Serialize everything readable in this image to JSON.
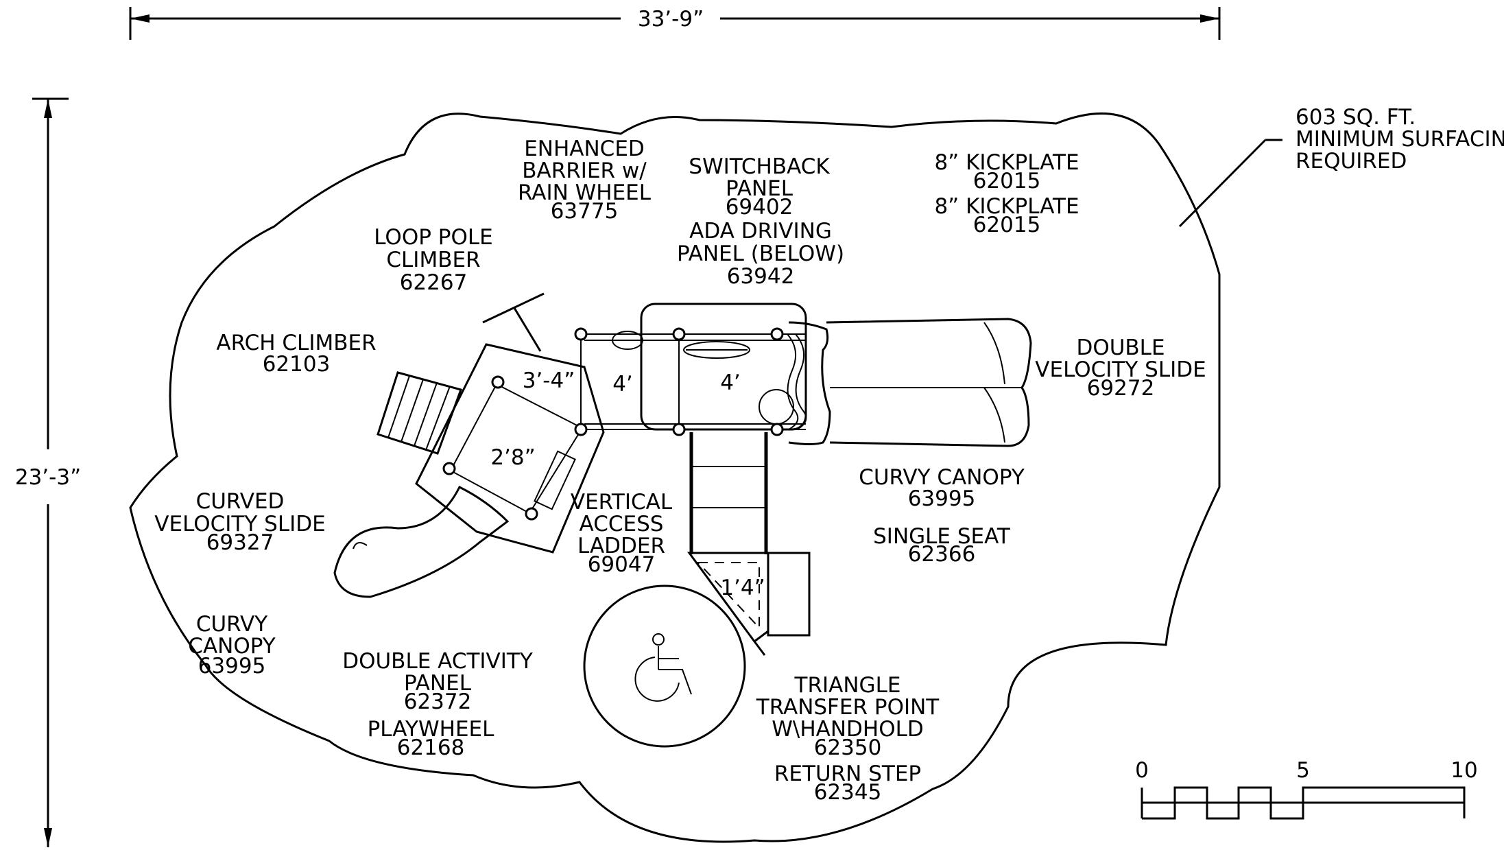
{
  "dimensions": {
    "width": "33’-9”",
    "height": "23’-3”"
  },
  "surfacing_note": [
    "603 SQ. FT.",
    "MINIMUM SURFACING",
    "REQUIRED"
  ],
  "labels": {
    "enhanced_barrier": [
      "ENHANCED",
      "BARRIER w/",
      "RAIN WHEEL",
      "63775"
    ],
    "switchback_panel": [
      "SWITCHBACK",
      "PANEL",
      "69402"
    ],
    "ada_driving_panel": [
      "ADA DRIVING",
      "PANEL (BELOW)",
      "63942"
    ],
    "kickplate_1": [
      "8” KICKPLATE",
      "62015"
    ],
    "kickplate_2": [
      "8” KICKPLATE",
      "62015"
    ],
    "loop_pole_climber": [
      "LOOP POLE",
      "CLIMBER",
      "62267"
    ],
    "arch_climber": [
      "ARCH CLIMBER",
      "62103"
    ],
    "double_velocity_slide": [
      "DOUBLE",
      "VELOCITY SLIDE",
      "69272"
    ],
    "curvy_canopy_right": [
      "CURVY CANOPY",
      "63995"
    ],
    "single_seat": [
      "SINGLE SEAT",
      "62366"
    ],
    "vertical_access_ladder": [
      "VERTICAL",
      "ACCESS",
      "LADDER",
      "69047"
    ],
    "curved_velocity_slide": [
      "CURVED",
      "VELOCITY SLIDE",
      "69327"
    ],
    "curvy_canopy_left": [
      "CURVY",
      "CANOPY",
      "63995"
    ],
    "double_activity_panel": [
      "DOUBLE ACTIVITY",
      "PANEL",
      "62372"
    ],
    "playwheel": [
      "PLAYWHEEL",
      "62168"
    ],
    "triangle_transfer_point": [
      "TRIANGLE",
      "TRANSFER POINT",
      "W\\HANDHOLD",
      "62350"
    ],
    "return_step": [
      "RETURN STEP",
      "62345"
    ]
  },
  "deck_heights": {
    "deck_a": "3’-4”",
    "deck_b": "4’",
    "deck_c": "4’",
    "deck_d": "2’8”",
    "transfer": "1’4”"
  },
  "scale_bar": {
    "ticks": [
      "0",
      "5",
      "10"
    ]
  },
  "icons": {
    "accessibility": "wheelchair-icon"
  }
}
